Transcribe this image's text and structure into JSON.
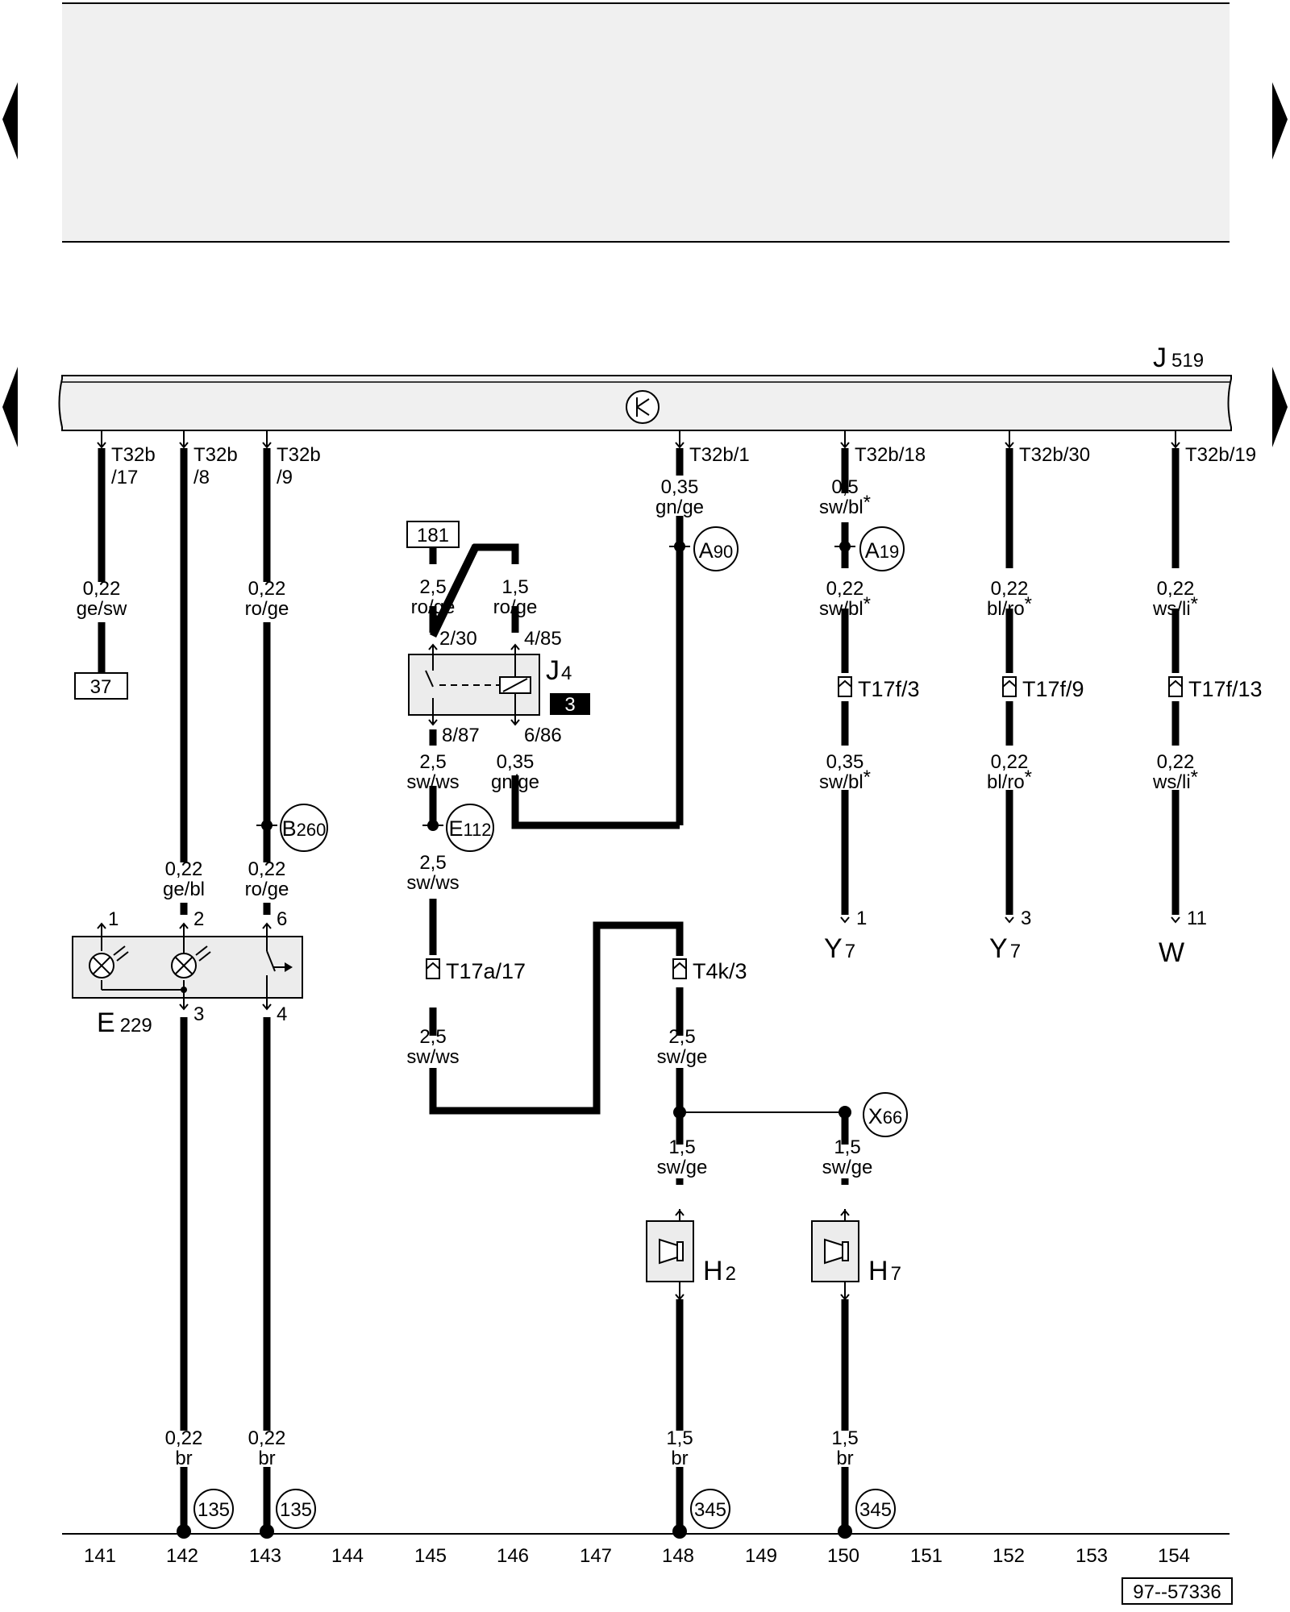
{
  "control_unit": {
    "name": "J",
    "sub": "519"
  },
  "pins": [
    {
      "id": "p17",
      "line1": "T32b",
      "line2": "/17"
    },
    {
      "id": "p8",
      "line1": "T32b",
      "line2": "/8"
    },
    {
      "id": "p9",
      "line1": "T32b",
      "line2": "/9"
    },
    {
      "id": "p1",
      "line1": "T32b/1"
    },
    {
      "id": "p18",
      "line1": "T32b/18"
    },
    {
      "id": "p30",
      "line1": "T32b/30"
    },
    {
      "id": "p19",
      "line1": "T32b/19"
    }
  ],
  "wire_labels": [
    {
      "a": "0,22",
      "b": "ge/sw"
    },
    {
      "a": "0,22",
      "b": "ro/ge"
    },
    {
      "a": "0,35",
      "b": "gn/ge"
    },
    {
      "a": "0,5",
      "b": "sw/bl",
      "star": "*"
    },
    {
      "a": "0,22",
      "b": "sw/bl",
      "star": "*"
    },
    {
      "a": "0,22",
      "b": "bl/ro",
      "star": "*"
    },
    {
      "a": "0,22",
      "b": "ws/li",
      "star": "*"
    },
    {
      "a": "2,5",
      "b": "ro/ge"
    },
    {
      "a": "1,5",
      "b": "ro/ge"
    },
    {
      "a": "2,5",
      "b": "sw/ws"
    },
    {
      "a": "0,35",
      "b": "gn/ge"
    },
    {
      "a": "0,35",
      "b": "sw/bl",
      "star": "*"
    },
    {
      "a": "0,22",
      "b": "bl/ro",
      "star": "*"
    },
    {
      "a": "0,22",
      "b": "ws/li",
      "star": "*"
    },
    {
      "a": "2,5",
      "b": "sw/ws"
    },
    {
      "a": "0,22",
      "b": "ge/bl"
    },
    {
      "a": "0,22",
      "b": "ro/ge"
    },
    {
      "a": "2,5",
      "b": "sw/ws"
    },
    {
      "a": "2,5",
      "b": "sw/ge"
    },
    {
      "a": "1,5",
      "b": "sw/ge"
    },
    {
      "a": "1,5",
      "b": "sw/ge"
    },
    {
      "a": "0,22",
      "b": "br"
    },
    {
      "a": "0,22",
      "b": "br"
    },
    {
      "a": "1,5",
      "b": "br"
    },
    {
      "a": "1,5",
      "b": "br"
    }
  ],
  "ref_boxes": [
    "37",
    "181"
  ],
  "relay": {
    "name": "J",
    "sub": "4",
    "badge": "3",
    "pins": [
      "2/30",
      "4/85",
      "8/87",
      "6/86"
    ]
  },
  "connections": [
    {
      "name": "A",
      "sub": "90"
    },
    {
      "name": "A",
      "sub": "19"
    },
    {
      "name": "B",
      "sub": "260"
    },
    {
      "name": "E",
      "sub": "112"
    },
    {
      "name": "X",
      "sub": "66"
    }
  ],
  "connectors": [
    "T17f/3",
    "T17f/9",
    "T17f/13",
    "T17a/17",
    "T4k/3"
  ],
  "terminals": [
    {
      "num": "1",
      "name": "Y",
      "sub": "7"
    },
    {
      "num": "3",
      "name": "Y",
      "sub": "7"
    },
    {
      "num": "11",
      "name": "W"
    }
  ],
  "switch_unit": {
    "name": "E",
    "sub": "229",
    "pins_top": [
      "1",
      "2",
      "6"
    ],
    "pins_bottom": [
      "3",
      "4"
    ]
  },
  "horns": [
    {
      "name": "H",
      "sub": "2"
    },
    {
      "name": "H",
      "sub": "7"
    }
  ],
  "ground_points": [
    "135",
    "135",
    "345",
    "345"
  ],
  "tracks": [
    "141",
    "142",
    "143",
    "144",
    "145",
    "146",
    "147",
    "148",
    "149",
    "150",
    "151",
    "152",
    "153",
    "154"
  ],
  "doc_number": "97--57336"
}
